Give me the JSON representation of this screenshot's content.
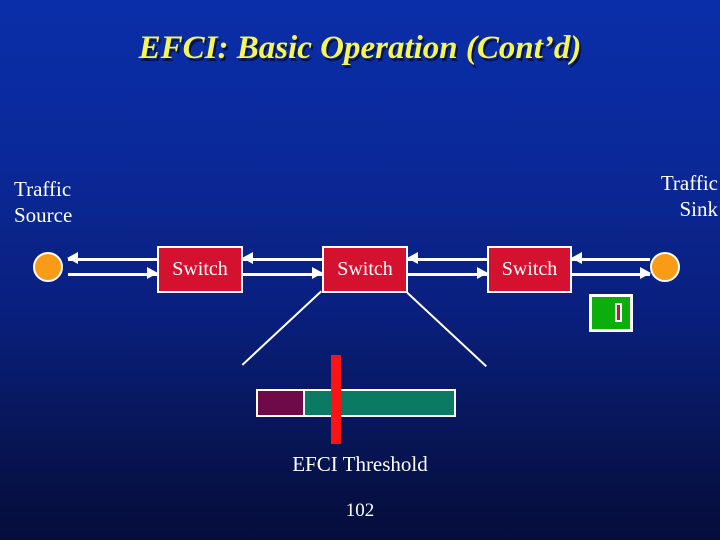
{
  "slide": {
    "title": "EFCI: Basic Operation (Cont’d)",
    "page_number": "102",
    "background_top_color": "#0a2ea8",
    "background_bottom_color": "#050d3a",
    "title_color": "#f5f558",
    "text_color": "#ffffff"
  },
  "diagram": {
    "source": {
      "label_line1": "Traffic",
      "label_line2": "Source",
      "node_name": "traffic-source-node",
      "node_color": "#f89c18"
    },
    "sink": {
      "label_line1": "Traffic",
      "label_line2": "Sink",
      "node_name": "traffic-sink-node",
      "node_color": "#f89c18"
    },
    "switches": [
      {
        "label": "Switch"
      },
      {
        "label": "Switch"
      },
      {
        "label": "Switch"
      }
    ],
    "switch_color": "#d51130",
    "links": [
      {
        "name": "link-source-switch1",
        "forward": "right",
        "reverse": "left"
      },
      {
        "name": "link-switch1-switch2",
        "forward": "right",
        "reverse": "left"
      },
      {
        "name": "link-switch2-switch3",
        "forward": "right",
        "reverse": "left"
      },
      {
        "name": "link-switch3-sink",
        "forward": "right",
        "reverse": "left"
      }
    ],
    "queue": {
      "caption": "EFCI Threshold",
      "filled_percent": 24,
      "filled_color": "#6d0a47",
      "empty_color": "#0a7a63",
      "threshold_color": "#fb1414"
    },
    "efci_indicator": {
      "name": "efci-bit-indicator",
      "box_color": "#0cae0c",
      "bit_color": "#c0182b"
    }
  }
}
